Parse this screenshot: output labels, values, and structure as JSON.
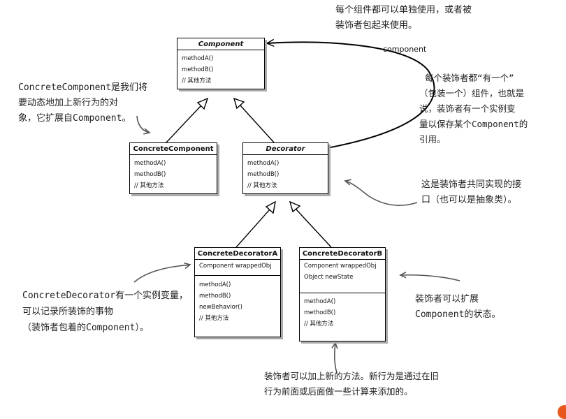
{
  "classes": {
    "component": {
      "name": "Component",
      "methods": [
        "methodA()",
        "methodB()",
        "// 其他方法"
      ]
    },
    "concrete_component": {
      "name": "ConcreteComponent",
      "methods": [
        "methodA()",
        "methodB()",
        "// 其他方法"
      ]
    },
    "decorator": {
      "name": "Decorator",
      "methods": [
        "methodA()",
        "methodB()",
        "// 其他方法"
      ]
    },
    "concrete_decorator_a": {
      "name": "ConcreteDecoratorA",
      "fields": [
        "Component wrappedObj"
      ],
      "methods": [
        "methodA()",
        "methodB()",
        "newBehavior()",
        "// 其他方法"
      ]
    },
    "concrete_decorator_b": {
      "name": "ConcreteDecoratorB",
      "fields": [
        "Component wrappedObj",
        "Object newState"
      ],
      "methods": [
        "methodA()",
        "methodB()",
        "// 其他方法"
      ]
    }
  },
  "association_label": "component",
  "notes": {
    "top": [
      "每个组件都可以单独使用，或者被",
      "装饰者包起来使用。"
    ],
    "right_top": [
      "每个装饰者都“有一个”",
      "（包装一个）组件，也就是",
      "说，装饰者有一个实例变",
      "量以保存某个Component的",
      "引用。"
    ],
    "left_top": [
      "ConcreteComponent是我们将",
      "要动态地加上新行为的对",
      "象，它扩展自Component。"
    ],
    "right_mid": [
      "这是装饰者共同实现的接",
      "口（也可以是抽象类）。"
    ],
    "left_bottom": [
      "ConcreteDecorator有一个实例变量，",
      "可以记录所装饰的事物",
      "（装饰者包着的Component）。"
    ],
    "right_bottom": [
      "装饰者可以扩展",
      "Component的状态。"
    ],
    "bottom": [
      "装饰者可以加上新的方法。新行为是通过在旧",
      "行为前面或后面做一些计算来添加的。"
    ]
  }
}
